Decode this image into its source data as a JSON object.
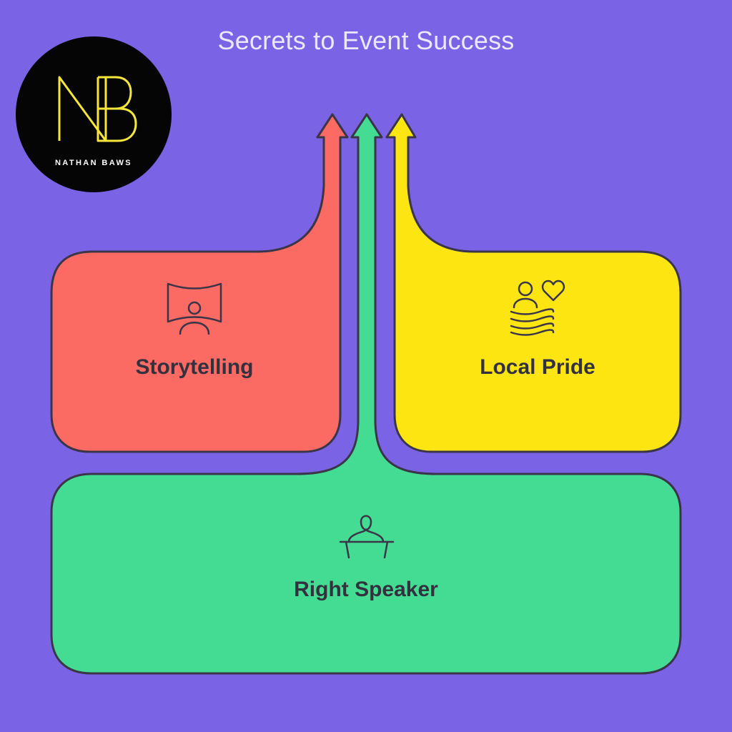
{
  "title": "Secrets to Event Success",
  "logo": {
    "monogram": "NB",
    "name": "NATHAN BAWS"
  },
  "boxes": [
    {
      "id": "storytelling",
      "label": "Storytelling",
      "icon": "presentation-screen-icon",
      "color": "#fb6a63"
    },
    {
      "id": "local_pride",
      "label": "Local Pride",
      "icon": "community-heart-icon",
      "color": "#fde512"
    },
    {
      "id": "right_speaker",
      "label": "Right Speaker",
      "icon": "speaker-podium-icon",
      "color": "#44dc93"
    }
  ],
  "colors": {
    "background": "#7b63e6",
    "outline": "#3a3548"
  }
}
